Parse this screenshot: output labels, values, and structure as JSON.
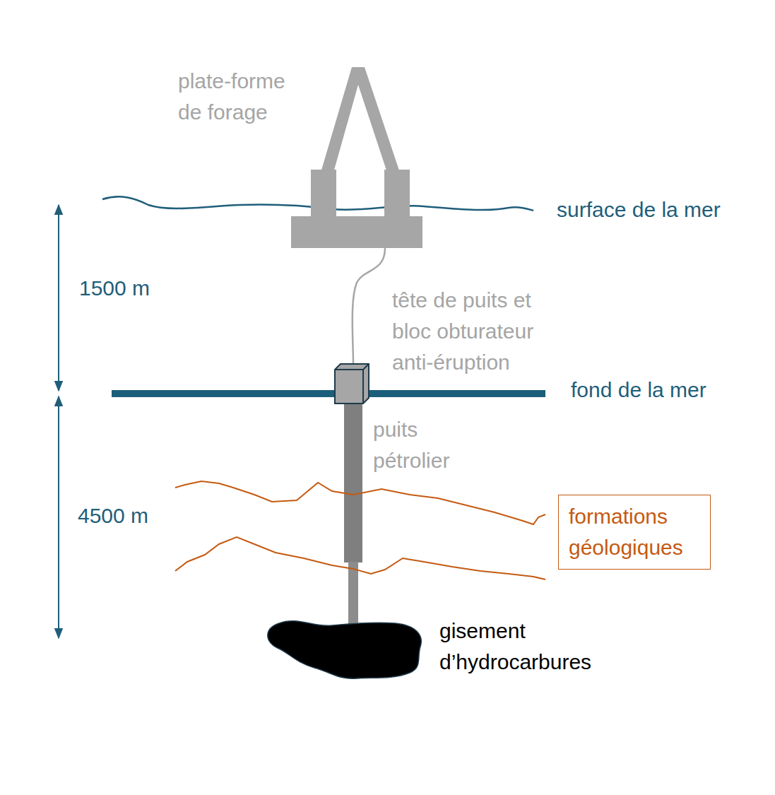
{
  "diagram": {
    "nodes": [
      {
        "text": [
          "formations géologiques"
        ]
      }
    ],
    "labels": [
      "plate-forme de forage",
      "surface de la mer",
      "1500 m",
      "tête de puits et bloc obturateur anti-éruption",
      "fond de la mer",
      "puits pétrolier",
      "4500 m",
      "gisement d’hydrocarbures"
    ]
  }
}
